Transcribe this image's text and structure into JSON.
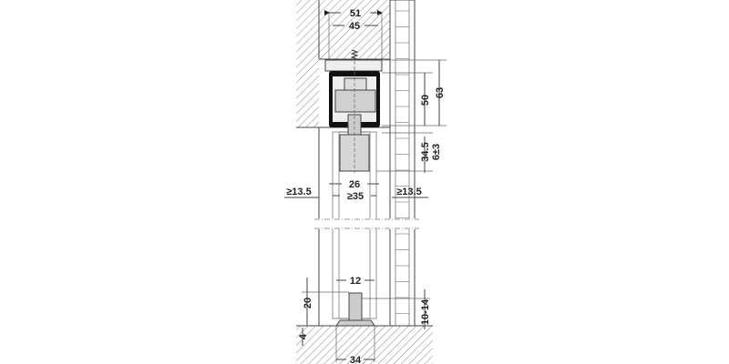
{
  "dimensions": {
    "width_51": "51",
    "width_45": "45",
    "height_63": "63",
    "height_50": "50",
    "height_34_5": "34.5",
    "adjust_6": "6±3",
    "width_26": "26",
    "gap_left": "≥13.5",
    "width_min_35": "≥35",
    "gap_right": "≥13.5",
    "width_12": "12",
    "height_20": "20",
    "height_10_14": "10-14",
    "height_4": "4",
    "width_34": "34"
  },
  "colors": {
    "hatch": "#888888",
    "part_fill": "#d9d9d9",
    "profile": "#111111"
  }
}
